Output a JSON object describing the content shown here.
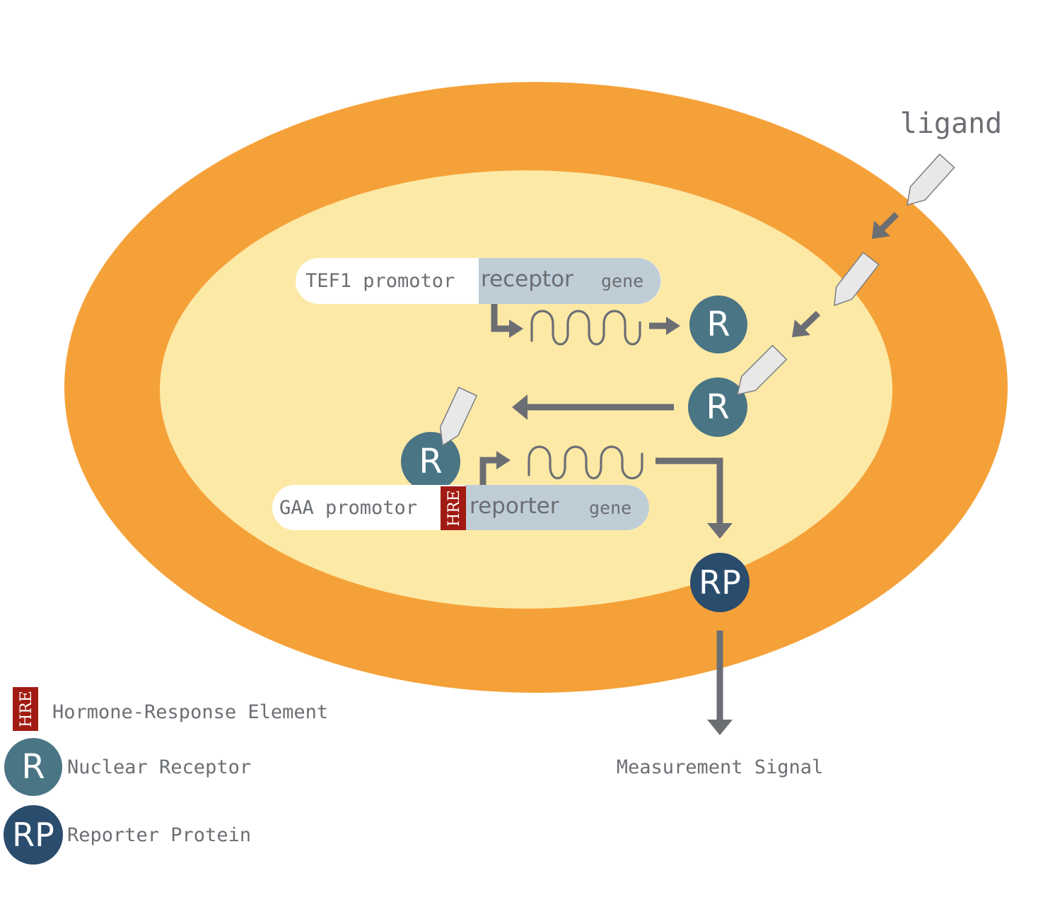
{
  "ligand_label": "ligand",
  "receptor_construct": {
    "promoter": "TEF1 promotor",
    "gene_name": "receptor",
    "gene_suffix": "gene"
  },
  "reporter_construct": {
    "promoter": "GAA promotor",
    "element": "HRE",
    "gene_name": "reporter",
    "gene_suffix": "gene"
  },
  "receptor_symbol": "R",
  "reporter_symbol": "RP",
  "measurement_label": "Measurement Signal",
  "legend": [
    {
      "symbol": "HRE",
      "label": "Hormone-Response Element"
    },
    {
      "symbol": "R",
      "label": "Nuclear Receptor"
    },
    {
      "symbol": "RP",
      "label": "Reporter Protein"
    }
  ],
  "colors": {
    "cell_wall": "#f5a139",
    "cytoplasm": "#fde9a6",
    "receptor": "#4a7585",
    "reporter_protein": "#2a4c6d",
    "hre": "#a11b12",
    "gene_box": "#bfcdd6",
    "arrow": "#6b6e73"
  }
}
